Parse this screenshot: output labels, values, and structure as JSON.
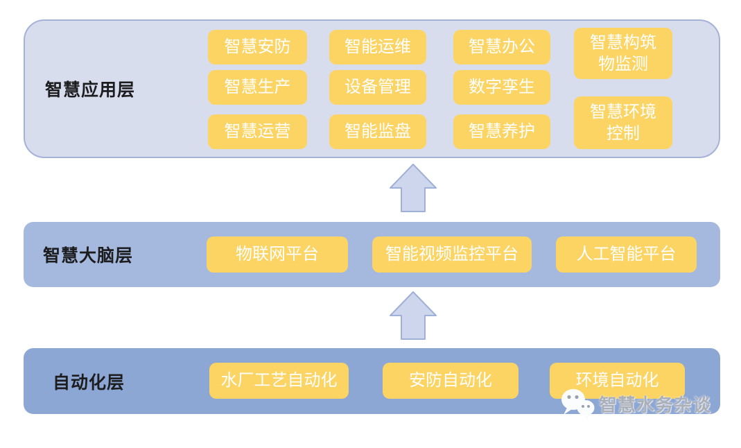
{
  "colors": {
    "layer1_bg": "#d8ddee",
    "layer1_border": "#a4b2d8",
    "layer2_bg": "#a5b9de",
    "layer3_bg": "#8da7d5",
    "button_bg": "#fbd464",
    "button_text": "#ffffff",
    "label_text": "#1d1d1f",
    "arrow_fill": "#cdd6ec",
    "arrow_stroke": "#9fb0d6",
    "watermark_text": "#abb0b8"
  },
  "layers": [
    {
      "label": "智慧应用层",
      "buttons": [
        "智慧安防",
        "智慧生产",
        "智慧运营",
        "智能运维",
        "设备管理",
        "智能监盘",
        "智慧办公",
        "数字孪生",
        "智慧养护",
        "智慧构筑物监测",
        "智慧环境控制"
      ]
    },
    {
      "label": "智慧大脑层",
      "buttons": [
        "物联网平台",
        "智能视频监控平台",
        "人工智能平台"
      ]
    },
    {
      "label": "自动化层",
      "buttons": [
        "水厂工艺自动化",
        "安防自动化",
        "环境自动化"
      ]
    }
  ],
  "watermark": {
    "text": "智慧水务杂谈",
    "icon": "wechat-icon"
  }
}
